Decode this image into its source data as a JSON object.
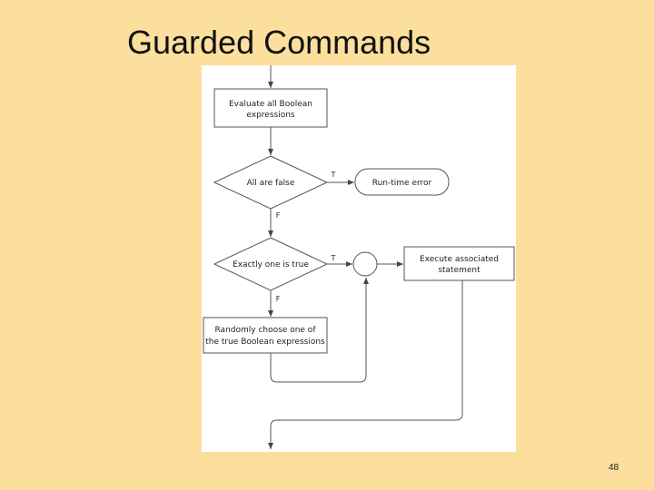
{
  "slide": {
    "title": "Guarded Commands",
    "page_number": "48"
  },
  "flowchart": {
    "evaluate_box": {
      "line1": "Evaluate all Boolean",
      "line2": "expressions"
    },
    "all_false_diamond": "All are false",
    "runtime_error": "Run-time error",
    "exactly_one_diamond": "Exactly one is true",
    "execute_box": {
      "line1": "Execute associated",
      "line2": "statement"
    },
    "random_box": {
      "line1": "Randomly choose one of",
      "line2": "the true Boolean expressions"
    },
    "true_label_1": "T",
    "false_label_1": "F",
    "true_label_2": "T",
    "false_label_2": "F"
  },
  "colors": {
    "slide_background": "#fcdf9c",
    "diagram_background": "#ffffff",
    "stroke": "#555555"
  }
}
